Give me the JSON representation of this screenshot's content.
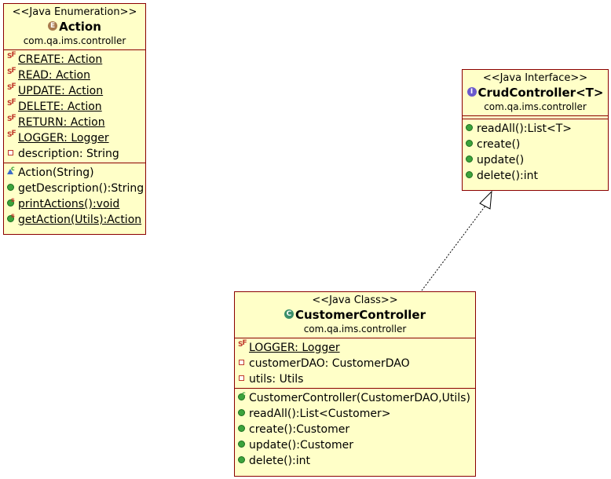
{
  "diagram": {
    "action": {
      "stereotype": "<<Java Enumeration>>",
      "badge": "E",
      "name": "Action",
      "package": "com.qa.ims.controller",
      "fields": [
        {
          "icon": "static-final-icon",
          "text": "CREATE: Action",
          "static": true
        },
        {
          "icon": "static-final-icon",
          "text": "READ: Action",
          "static": true
        },
        {
          "icon": "static-final-icon",
          "text": "UPDATE: Action",
          "static": true
        },
        {
          "icon": "static-final-icon",
          "text": "DELETE: Action",
          "static": true
        },
        {
          "icon": "static-final-icon",
          "text": "RETURN: Action",
          "static": true
        },
        {
          "icon": "static-final-icon",
          "text": "LOGGER: Logger",
          "static": true
        },
        {
          "icon": "private-field-icon",
          "text": "description: String",
          "static": false
        }
      ],
      "methods": [
        {
          "icon": "constructor-icon",
          "text": "Action(String)",
          "static": false
        },
        {
          "icon": "public-method-icon",
          "text": "getDescription():String",
          "static": false
        },
        {
          "icon": "static-method-icon",
          "text": "printActions():void",
          "static": true
        },
        {
          "icon": "static-method-icon",
          "text": "getAction(Utils):Action",
          "static": true
        }
      ]
    },
    "crud": {
      "stereotype": "<<Java Interface>>",
      "badge": "I",
      "name": "CrudController<T>",
      "package": "com.qa.ims.controller",
      "methods": [
        {
          "icon": "public-method-icon",
          "text": "readAll():List<T>"
        },
        {
          "icon": "public-method-icon",
          "text": "create()"
        },
        {
          "icon": "public-method-icon",
          "text": "update()"
        },
        {
          "icon": "public-method-icon",
          "text": "delete():int"
        }
      ]
    },
    "customer": {
      "stereotype": "<<Java Class>>",
      "badge": "C",
      "name": "CustomerController",
      "package": "com.qa.ims.controller",
      "fields": [
        {
          "icon": "static-final-icon",
          "text": "LOGGER: Logger",
          "static": true
        },
        {
          "icon": "private-field-icon",
          "text": "customerDAO: CustomerDAO",
          "static": false
        },
        {
          "icon": "private-field-icon",
          "text": "utils: Utils",
          "static": false
        }
      ],
      "methods": [
        {
          "icon": "constructor-icon",
          "text": "CustomerController(CustomerDAO,Utils)"
        },
        {
          "icon": "public-method-icon",
          "text": "readAll():List<Customer>"
        },
        {
          "icon": "public-method-icon",
          "text": "create():Customer"
        },
        {
          "icon": "public-method-icon",
          "text": "update():Customer"
        },
        {
          "icon": "public-method-icon",
          "text": "delete():int"
        }
      ]
    },
    "colors": {
      "box_fill": "#ffffc8",
      "box_border": "#8b0000",
      "method_icon": "#3ca33c",
      "field_icon": "#c0392b"
    }
  }
}
